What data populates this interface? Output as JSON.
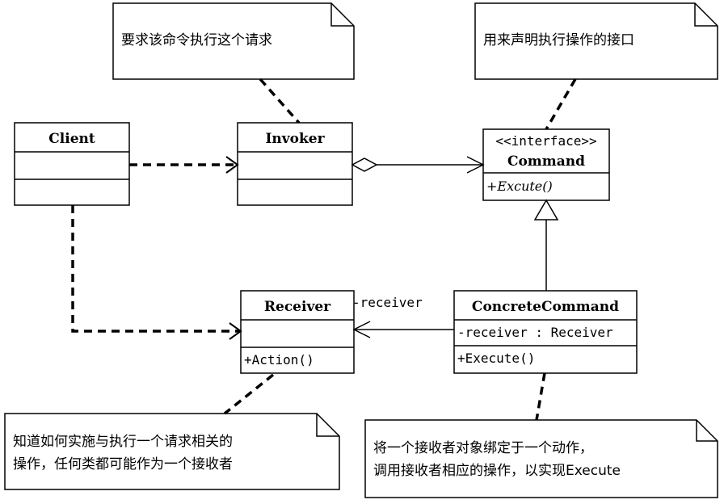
{
  "classes": {
    "client": {
      "name": "Client"
    },
    "invoker": {
      "name": "Invoker"
    },
    "command": {
      "stereotype": "<<interface>>",
      "name": "Command",
      "operations": [
        "+Excute()"
      ]
    },
    "receiver": {
      "name": "Receiver",
      "operations": [
        "+Action()"
      ]
    },
    "concrete_command": {
      "name": "ConcreteCommand",
      "attributes": [
        "-receiver : Receiver"
      ],
      "operations": [
        "+Execute()"
      ]
    }
  },
  "relations": {
    "receiver_role": "-receiver"
  },
  "notes": {
    "invoker_note": [
      "要求该命令执行这个请求"
    ],
    "command_note": [
      "用来声明执行操作的接口"
    ],
    "receiver_note": [
      "知道如何实施与执行一个请求相关的",
      "操作，任何类都可能作为一个接收者"
    ],
    "concrete_note": [
      "将一个接收者对象绑定于一个动作，",
      "调用接收者相应的操作，以实现Execute"
    ]
  }
}
